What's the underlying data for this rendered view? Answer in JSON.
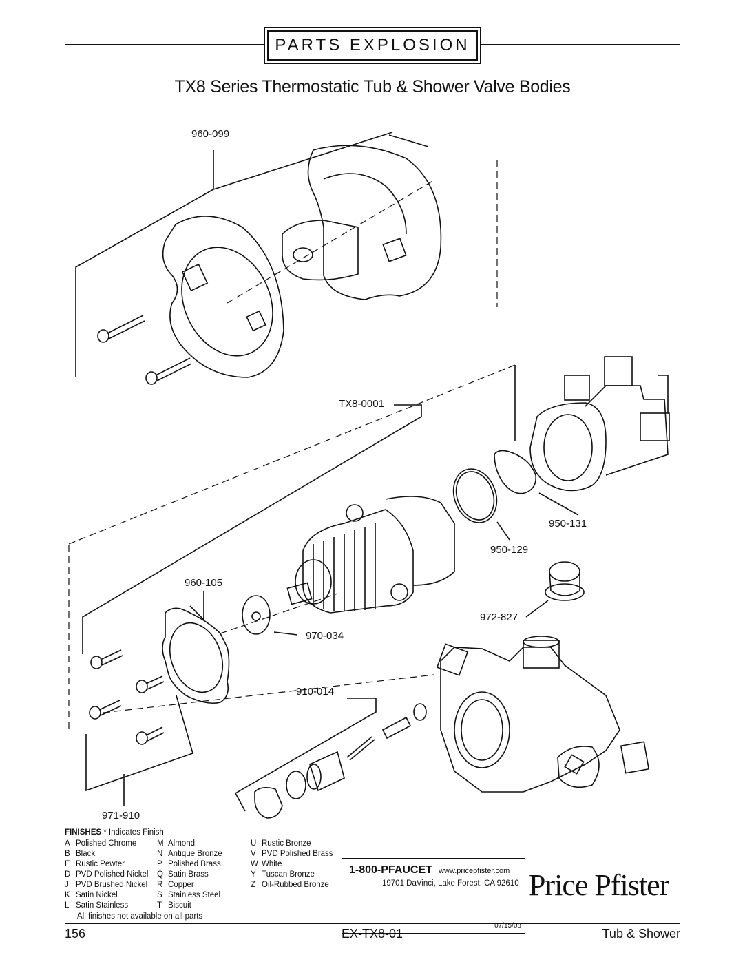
{
  "header": {
    "section_label": "PARTS EXPLOSION",
    "title": "TX8 Series Thermostatic Tub & Shower Valve Bodies"
  },
  "part_labels": {
    "trim_kit": "960-099",
    "cartridge": "TX8-0001",
    "seal_131": "950-131",
    "oring_129": "950-129",
    "gasket_105": "960-105",
    "cap_034": "970-034",
    "bushing_827": "972-827",
    "check_014": "910-014",
    "screws_910": "971-910"
  },
  "finishes": {
    "heading": "FINISHES",
    "star_note": "* Indicates Finish",
    "col1": [
      {
        "code": "A",
        "name": "Polished Chrome"
      },
      {
        "code": "B",
        "name": "Black"
      },
      {
        "code": "E",
        "name": "Rustic Pewter"
      },
      {
        "code": "D",
        "name": "PVD Polished Nickel"
      },
      {
        "code": "J",
        "name": "PVD Brushed Nickel"
      },
      {
        "code": "K",
        "name": "Satin  Nickel"
      },
      {
        "code": "L",
        "name": "Satin Stainless"
      }
    ],
    "col2": [
      {
        "code": "M",
        "name": "Almond"
      },
      {
        "code": "N",
        "name": "Antique Bronze"
      },
      {
        "code": "P",
        "name": "Polished Brass"
      },
      {
        "code": "Q",
        "name": "Satin Brass"
      },
      {
        "code": "R",
        "name": "Copper"
      },
      {
        "code": "S",
        "name": "Stainless Steel"
      },
      {
        "code": "T",
        "name": "Biscuit"
      }
    ],
    "col3": [
      {
        "code": "U",
        "name": "Rustic Bronze"
      },
      {
        "code": "V",
        "name": "PVD Polished Brass"
      },
      {
        "code": "W",
        "name": "White"
      },
      {
        "code": "Y",
        "name": "Tuscan Bronze"
      },
      {
        "code": "Z",
        "name": "Oil-Rubbed Bronze"
      }
    ],
    "availability_note": "All finishes not available on all parts"
  },
  "contact": {
    "phone": "1-800-PFAUCET",
    "website": "www.pricepfister.com",
    "address": "19701 DaVinci, Lake Forest, CA  92610",
    "date": "07/15/08"
  },
  "brand": "Price Pfister",
  "footer": {
    "page_number": "156",
    "doc_code": "EX-TX8-01",
    "category": "Tub & Shower"
  }
}
